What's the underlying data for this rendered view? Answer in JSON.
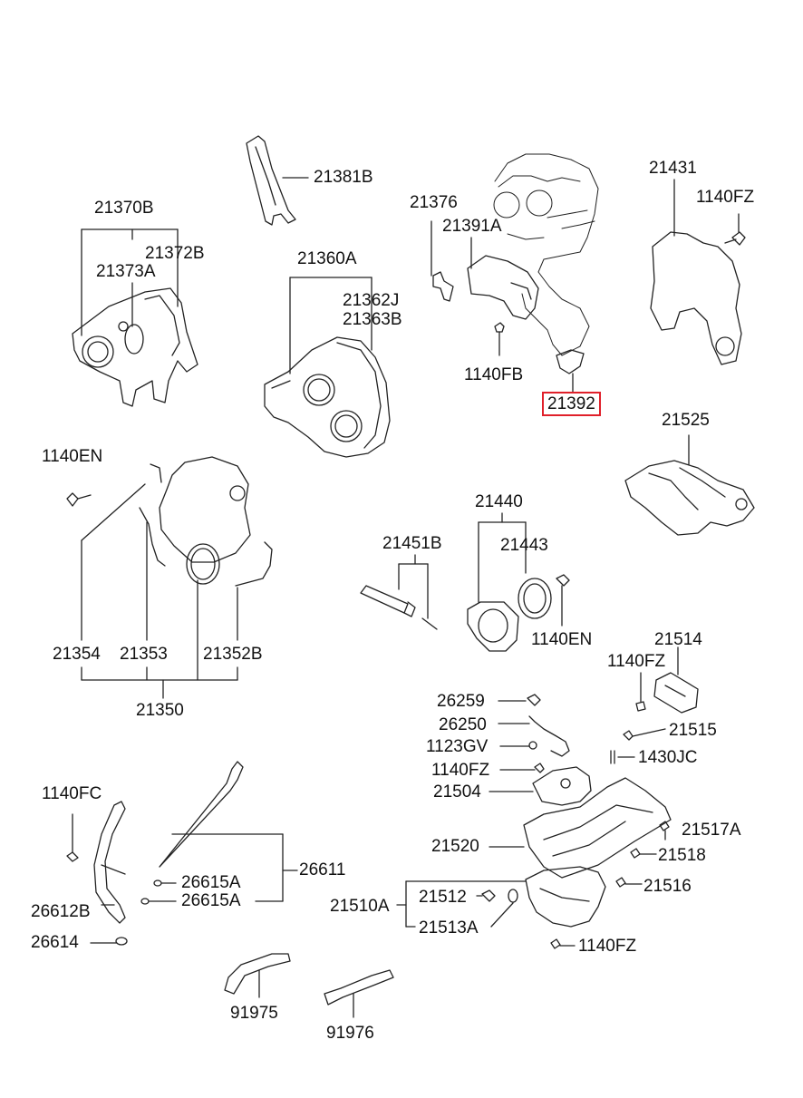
{
  "diagram": {
    "highlight_color": "#e0202a",
    "highlighted_part": "21392",
    "labels": {
      "p21381B": "21381B",
      "p21370B": "21370B",
      "p21372B": "21372B",
      "p21373A": "21373A",
      "p21360A": "21360A",
      "p21362J": "21362J",
      "p21363B": "21363B",
      "p21376": "21376",
      "p21391A": "21391A",
      "p1140FB": "1140FB",
      "p21392": "21392",
      "p21431": "21431",
      "p1140FZ_top": "1140FZ",
      "p21525": "21525",
      "p1140EN_left": "1140EN",
      "p21451B": "21451B",
      "p21440": "21440",
      "p21443": "21443",
      "p1140EN_right": "1140EN",
      "p21354": "21354",
      "p21353": "21353",
      "p21352B": "21352B",
      "p21350": "21350",
      "p21514": "21514",
      "p1140FZ_mid": "1140FZ",
      "p26259": "26259",
      "p26250": "26250",
      "p21515": "21515",
      "p1123GV": "1123GV",
      "p1430JC": "1430JC",
      "p1140FZ_b": "1140FZ",
      "p21504": "21504",
      "p1140FC": "1140FC",
      "p21517A": "21517A",
      "p26611": "26611",
      "p21520": "21520",
      "p21518": "21518",
      "p26615A_1": "26615A",
      "p26615A_2": "26615A",
      "p21516": "21516",
      "p26612B": "26612B",
      "p21510A": "21510A",
      "p21512": "21512",
      "p21513A": "21513A",
      "p26614": "26614",
      "p1140FZ_bottom": "1140FZ",
      "p91975": "91975",
      "p91976": "91976"
    }
  }
}
